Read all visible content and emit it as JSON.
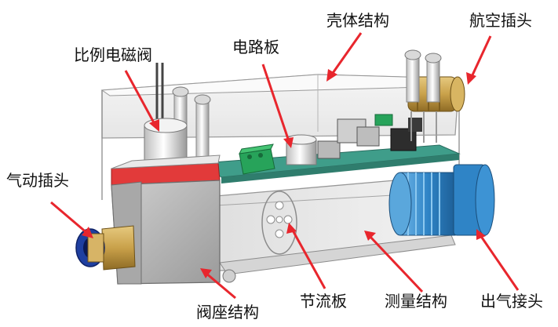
{
  "labels": {
    "housing": "壳体结构",
    "aviation_plug": "航空插头",
    "solenoid_valve": "比例电磁阀",
    "circuit_board": "电路板",
    "pneumatic_connector": "气动插头",
    "valve_seat": "阀座结构",
    "throttle_plate": "节流板",
    "measuring_structure": "测量结构",
    "outlet_connector": "出气接头"
  },
  "colors": {
    "arrow": "#e8262d",
    "housing_edge": "#8c8c8c",
    "pcb": "#3f9d8a",
    "connector_green": "#27a35a",
    "outlet_blue": "#2f84c6",
    "inlet_blue": "#1f3fa0",
    "brass": "#c9a14a"
  }
}
